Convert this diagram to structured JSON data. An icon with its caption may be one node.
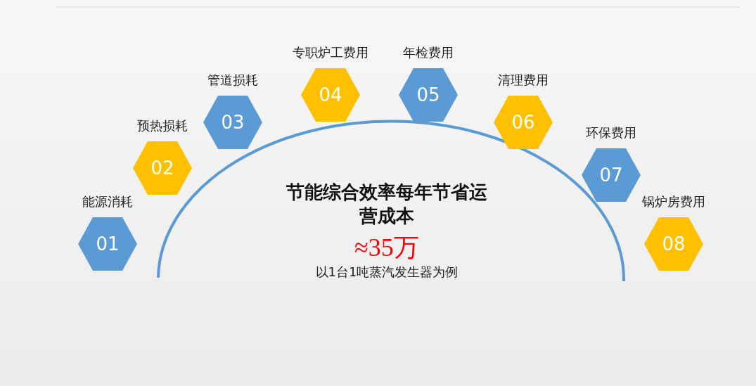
{
  "diagram": {
    "nodes": [
      {
        "text": [
          "能源消耗",
          "01"
        ]
      },
      {
        "text": [
          "预热损耗",
          "02"
        ]
      },
      {
        "text": [
          "管道损耗",
          "03"
        ]
      },
      {
        "text": [
          "专职炉工费用",
          "04"
        ]
      },
      {
        "text": [
          "年检费用",
          "05"
        ]
      },
      {
        "text": [
          "清理费用",
          "06"
        ]
      },
      {
        "text": [
          "环保费用",
          "07"
        ]
      },
      {
        "text": [
          "锅炉房费用",
          "08"
        ]
      }
    ],
    "edges": [],
    "labels": [
      "节能综合效率每年节省运营成本",
      "≈35万",
      "以1台1吨蒸汽发生器为例"
    ]
  }
}
